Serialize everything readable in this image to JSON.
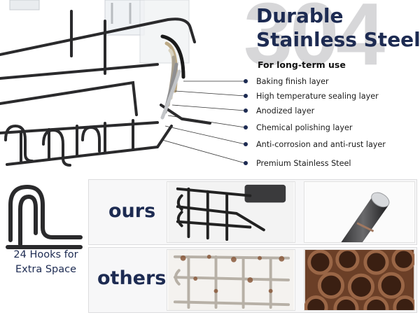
{
  "header": {
    "watermark": "304",
    "title_line1": "Durable",
    "title_line2": "Stainless Steel",
    "subtitle": "For long-term use"
  },
  "layers": [
    {
      "label": "Baking finish layer"
    },
    {
      "label": "High temperature sealing layer"
    },
    {
      "label": "Anodized layer"
    },
    {
      "label": "Chemical polishing layer"
    },
    {
      "label": "Anti-corrosion and anti-rust layer"
    },
    {
      "label": "Premium Stainless Steel"
    }
  ],
  "hooks": {
    "caption": "24 Hooks for Extra Space"
  },
  "comparison": {
    "ours_label": "ours",
    "others_label": "others"
  },
  "colors": {
    "navy": "#1d2b52",
    "rust": "#8a5a3c",
    "steel": "#2a2a2c"
  }
}
